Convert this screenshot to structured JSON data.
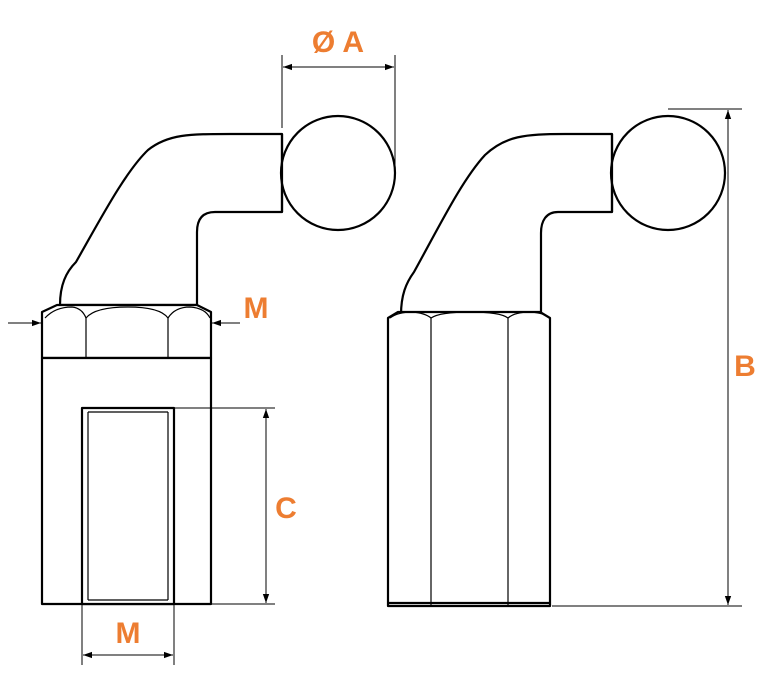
{
  "accent_color": "#ED7D31",
  "labels": {
    "diameter_a": "Ø A",
    "height_b": "B",
    "depth_c": "C",
    "thread_m_top": "M",
    "thread_m_bottom": "M"
  }
}
